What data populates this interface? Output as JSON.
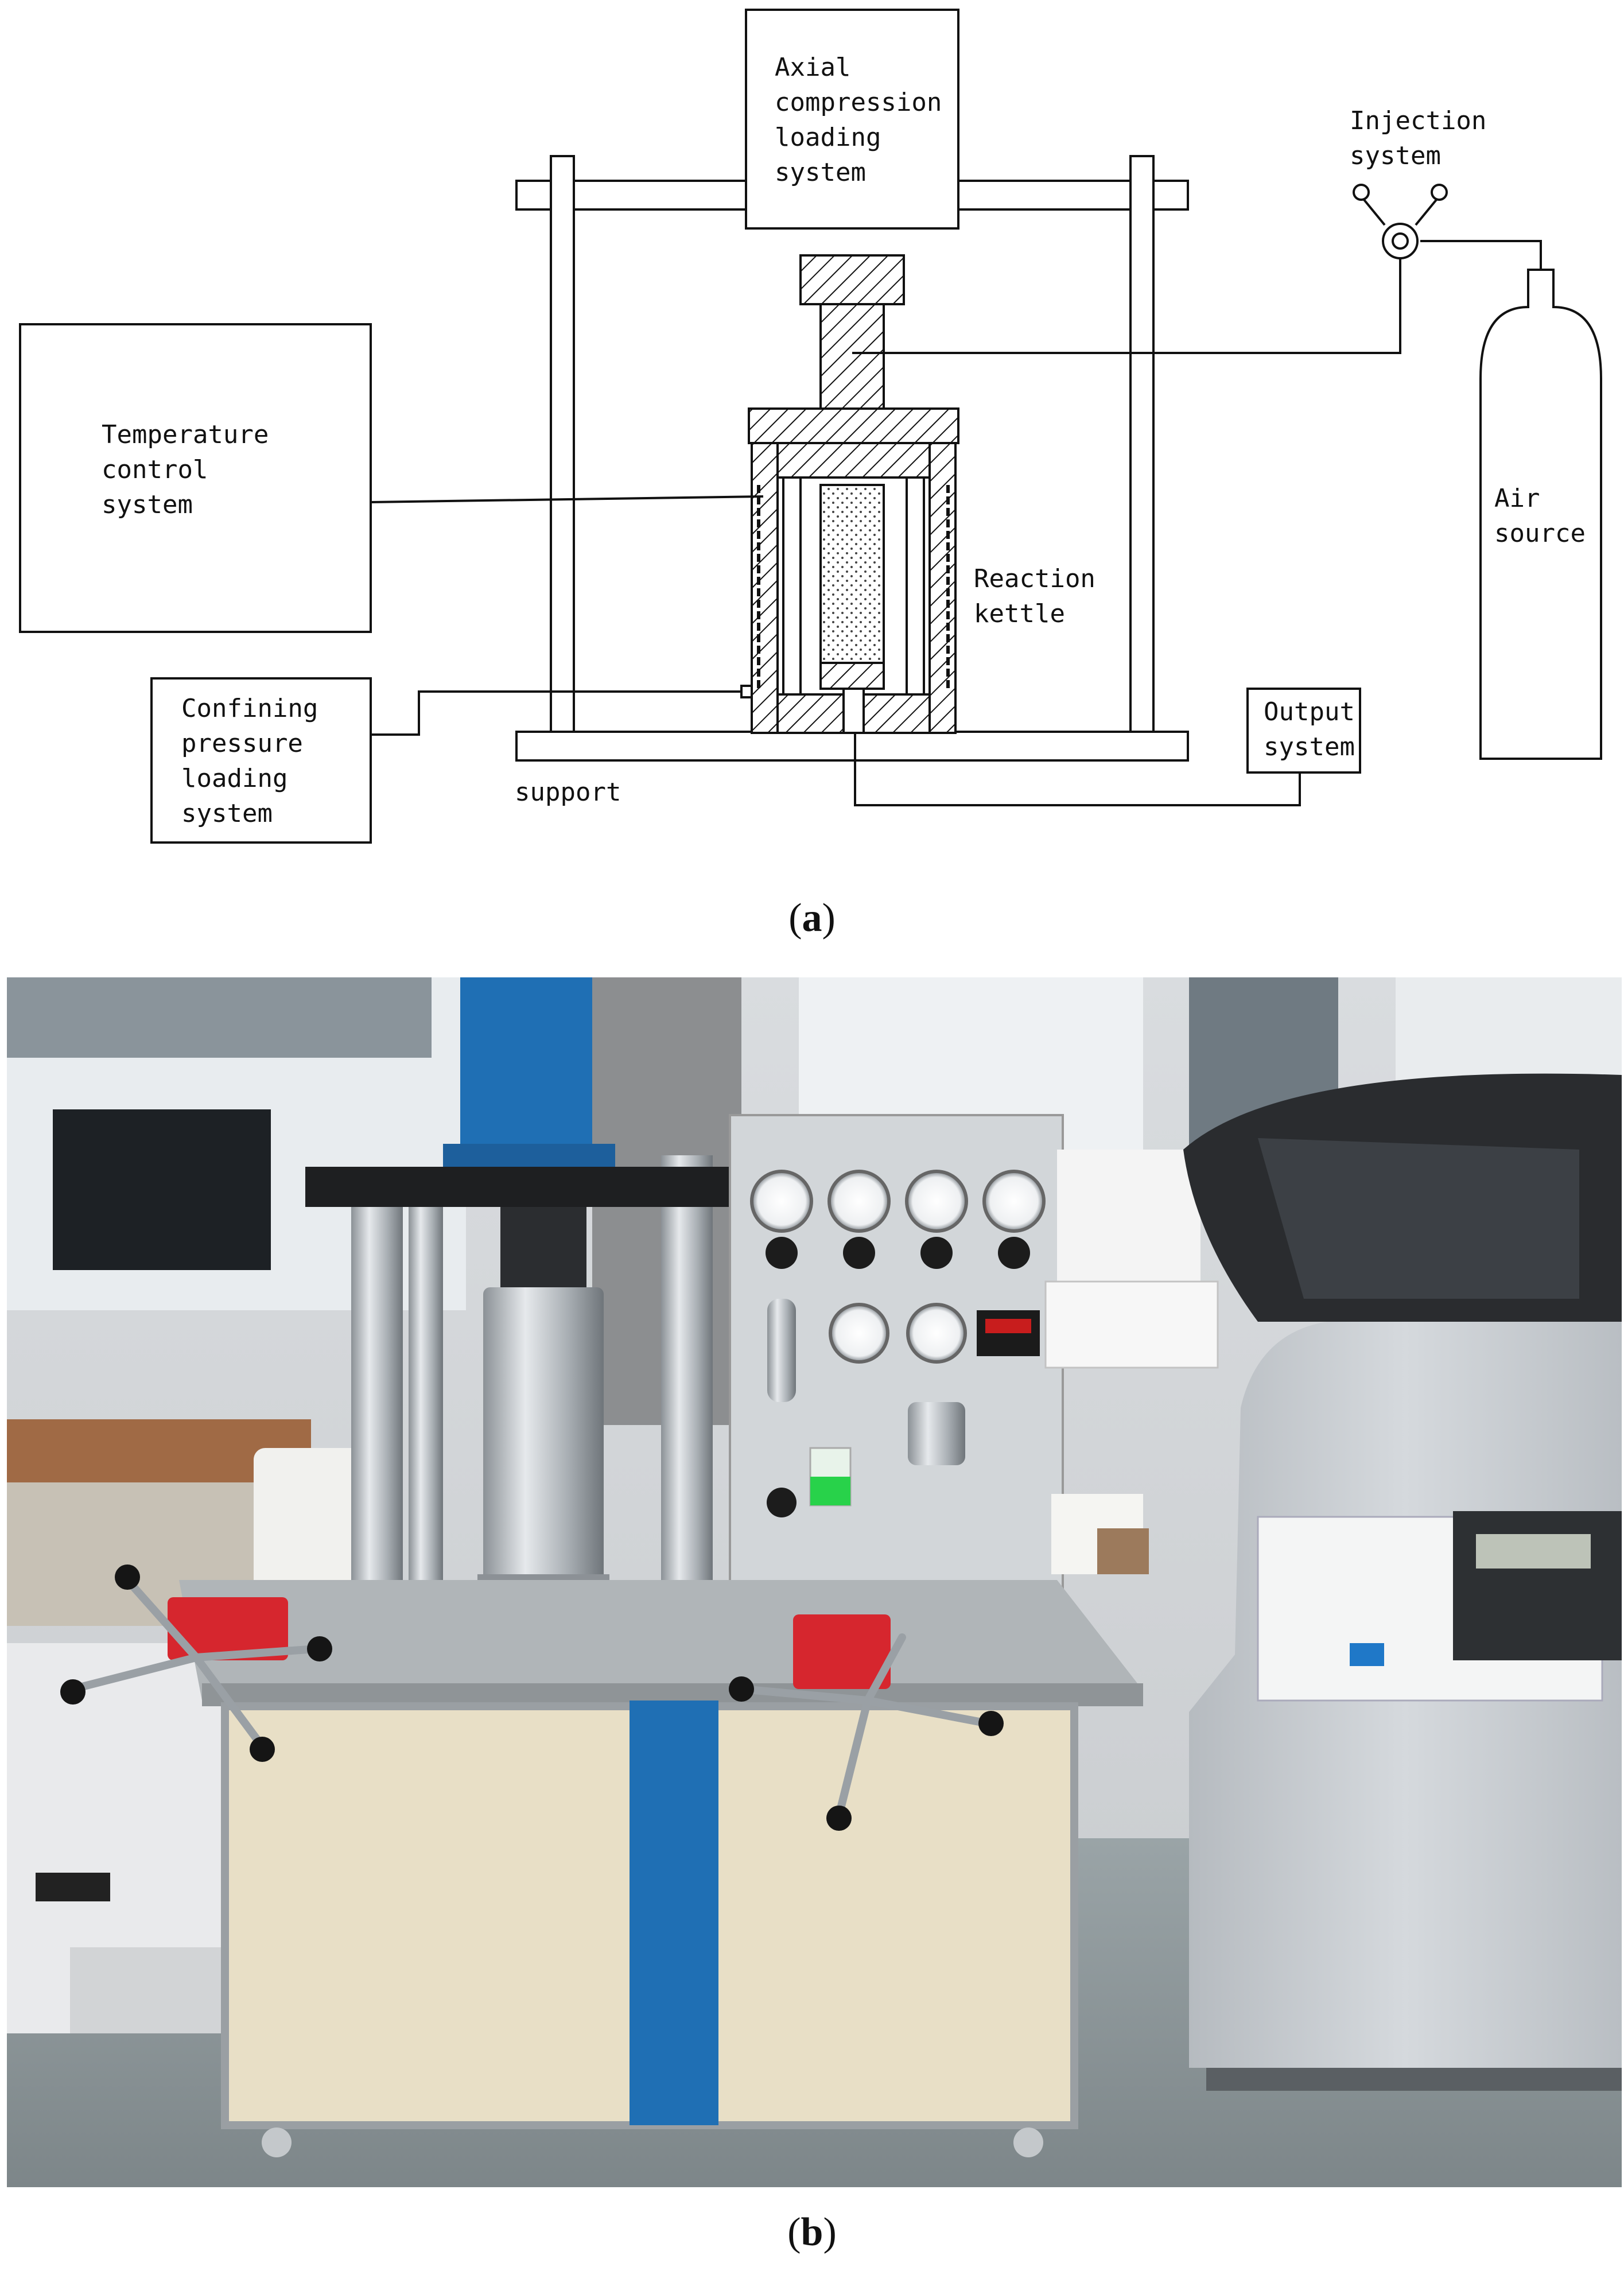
{
  "figure_a": {
    "caption": "a",
    "labels": {
      "axial": "Axial\ncompression\nloading\nsystem",
      "injection": "Injection\nsystem",
      "temperature": "Temperature\ncontrol\nsystem",
      "air_source": "Air\nsource",
      "reaction_kettle": "Reaction\nkettle",
      "confining": "Confining\npressure\nloading\nsystem",
      "output": "Output\nsystem",
      "support": "support"
    }
  },
  "figure_b": {
    "caption": "b",
    "colors": {
      "frame_blue": "#1f6fb4",
      "handle_red": "#d6262e",
      "cabinet": "#e8dfc6",
      "kiosk": "#c9cdd2",
      "green_liquid": "#28d24a"
    }
  }
}
